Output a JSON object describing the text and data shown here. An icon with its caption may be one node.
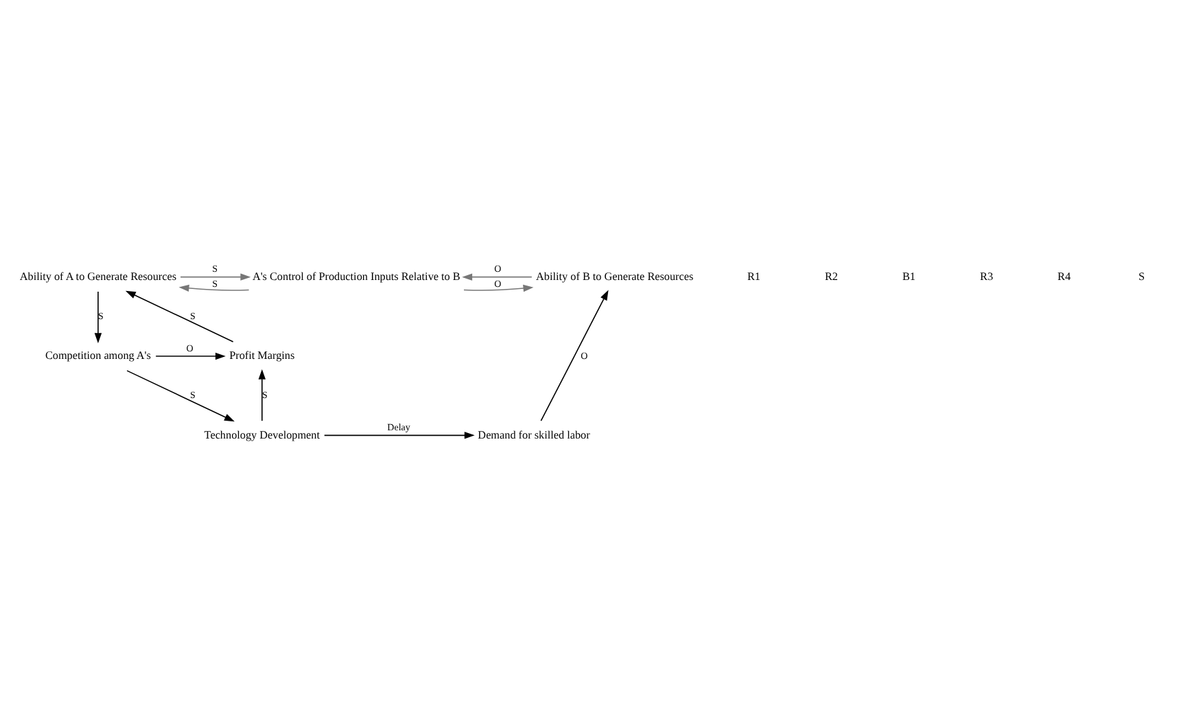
{
  "diagram": {
    "nodes": [
      {
        "text": [
          "Ability of A to Generate Resources"
        ]
      },
      {
        "text": [
          "A's Control of Production Inputs Relative to B"
        ]
      },
      {
        "text": [
          "Ability of B to Generate Resources"
        ]
      },
      {
        "text": [
          "Competition among A's"
        ]
      },
      {
        "text": [
          "Profit Margins"
        ]
      },
      {
        "text": [
          "Technology Development"
        ]
      },
      {
        "text": [
          "Demand for skilled labor"
        ]
      }
    ],
    "edges": [
      {
        "from": 0,
        "to": 1,
        "arrow": "to",
        "label": "S",
        "color": "#777777"
      },
      {
        "from": 1,
        "to": 0,
        "arrow": "to",
        "label": "S",
        "color": "#777777"
      },
      {
        "from": 2,
        "to": 1,
        "arrow": "to",
        "label": "O",
        "color": "#777777"
      },
      {
        "from": 1,
        "to": 2,
        "arrow": "to",
        "label": "O",
        "color": "#777777"
      },
      {
        "from": 0,
        "to": 3,
        "arrow": "to",
        "label": "S"
      },
      {
        "from": 4,
        "to": 0,
        "arrow": "to",
        "label": "S"
      },
      {
        "from": 3,
        "to": 4,
        "arrow": "to",
        "label": "O"
      },
      {
        "from": 5,
        "to": 4,
        "arrow": "to",
        "label": "S"
      },
      {
        "from": 3,
        "to": 5,
        "arrow": "to",
        "label": "S"
      },
      {
        "from": 5,
        "to": 6,
        "arrow": "to",
        "label": "Delay"
      },
      {
        "from": 6,
        "to": 2,
        "arrow": "to",
        "label": "O"
      }
    ],
    "labels": [
      "R1",
      "R2",
      "B1",
      "R3",
      "R4",
      "S"
    ]
  }
}
